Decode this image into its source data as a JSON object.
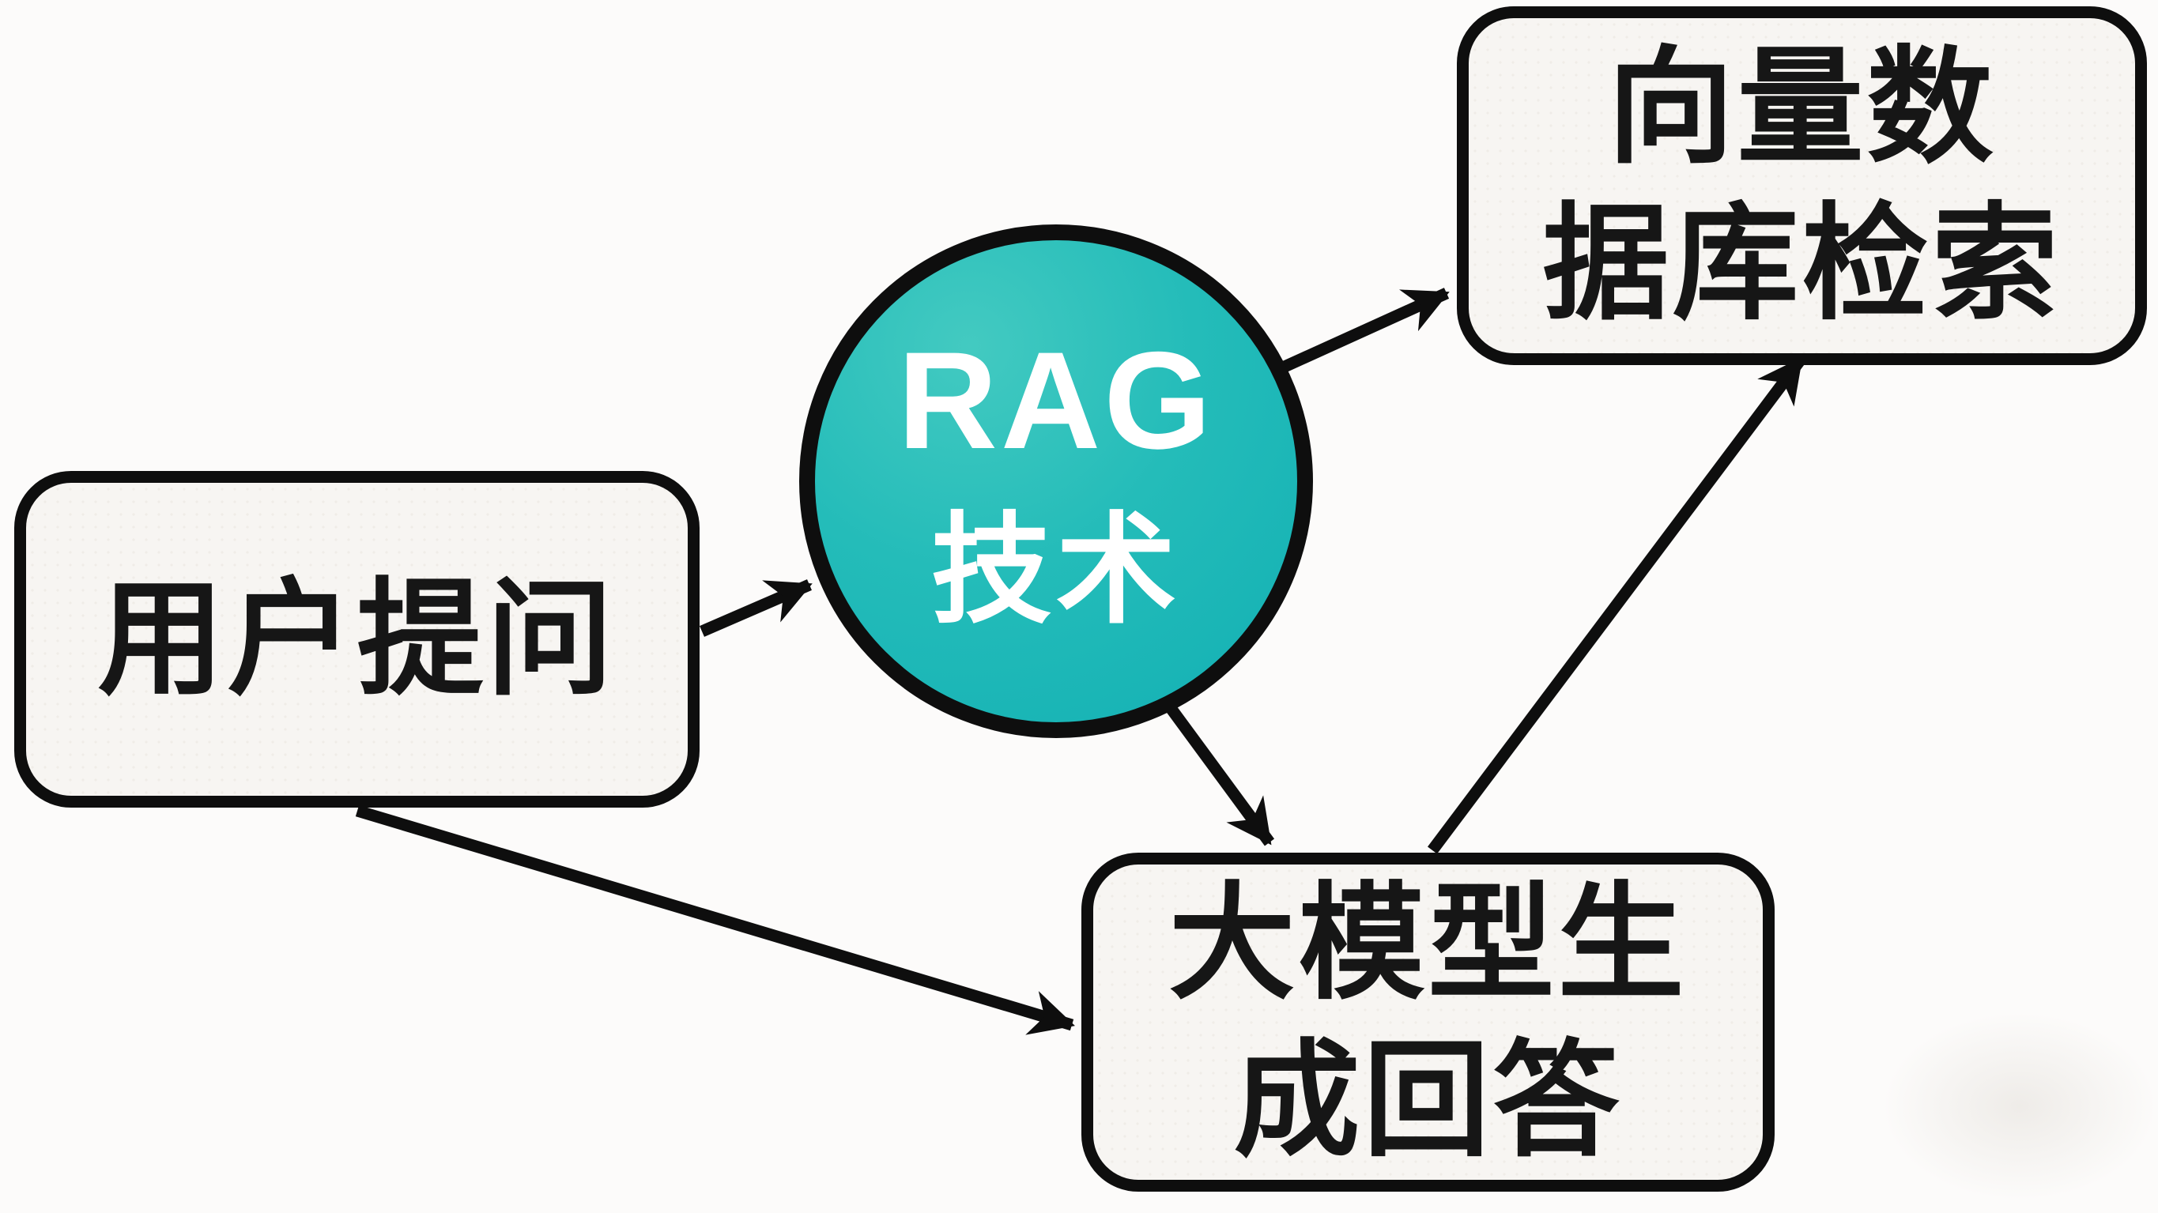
{
  "nodes": {
    "user_question": {
      "shape": "rounded-box",
      "label": "用户提问"
    },
    "rag": {
      "shape": "circle",
      "line1": "RAG",
      "line2": "技术",
      "fill": "#1ab5b4",
      "text_color": "#ffffff"
    },
    "vector_db": {
      "shape": "rounded-box",
      "line1": "向量数",
      "line2": "据库检索"
    },
    "llm_answer": {
      "shape": "rounded-box",
      "line1": "大模型生",
      "line2": "成回答"
    }
  },
  "edges": [
    {
      "from": "user_question",
      "to": "rag"
    },
    {
      "from": "rag",
      "to": "vector_db"
    },
    {
      "from": "rag",
      "to": "llm_answer"
    },
    {
      "from": "user_question",
      "to": "llm_answer"
    },
    {
      "from": "llm_answer",
      "to": "vector_db"
    }
  ],
  "colors": {
    "background": "#fcfbfa",
    "node_fill": "#f7f5f2",
    "stroke": "#0e0e0e",
    "accent_teal": "#1ab5b4"
  }
}
